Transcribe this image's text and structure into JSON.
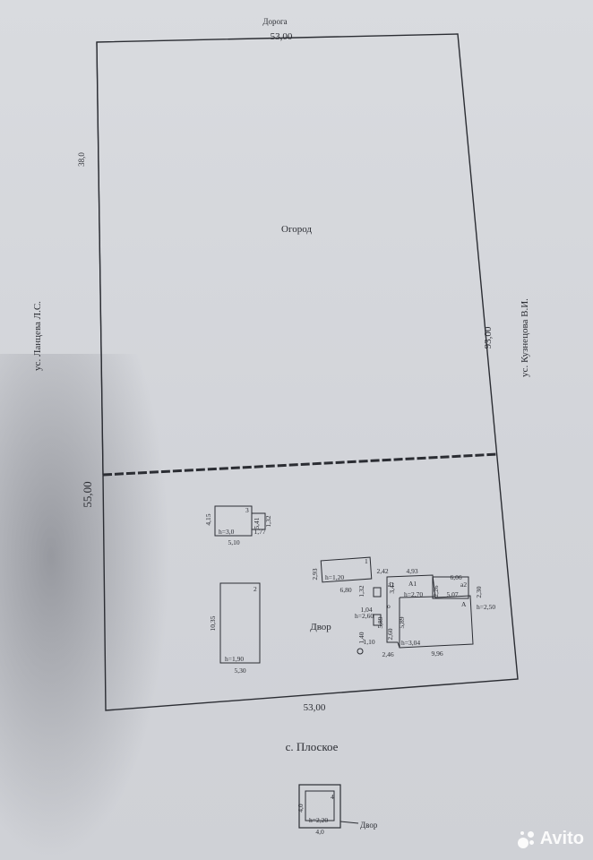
{
  "labels": {
    "road": "Дорога",
    "top_length": "53,00",
    "left_top_length": "38,0",
    "left_owner": "ус. Ланцева Л.С.",
    "garden": "Огород",
    "right_length": "93,00",
    "right_owner": "ус. Кузнецова В.И.",
    "left_bottom_length": "55,00",
    "yard": "Двор",
    "bottom_length": "53,00",
    "village": "с. Плоское",
    "legend_yard": "Двор"
  },
  "building3": {
    "num": "3",
    "h": "h=3,0",
    "w": "5,10",
    "left": "4,15",
    "e1": "1,77",
    "e2": "1,32",
    "e3": "5,41"
  },
  "building2": {
    "num": "2",
    "h": "h=1,90",
    "w": "5,30",
    "left": "10,35"
  },
  "building1": {
    "num": "1",
    "h": "h=1,20",
    "w": "6,80",
    "left": "2,93"
  },
  "house": {
    "a1": "А1",
    "a": "А",
    "a2": "а2",
    "a1_small": "а1",
    "c": "о",
    "d1": "2,42",
    "d2": "4,93",
    "d3": "6,06",
    "d4": "3,47",
    "d5": "1,32",
    "d6": "h=2,70",
    "d7": "2,26",
    "d8": "5,07",
    "d9": "2,30",
    "d10": "h=2,50",
    "d11": "1,04",
    "d12": "h=2,60",
    "d13": "1,40",
    "d14": "5,89",
    "d15": "2,60",
    "d16": "5,89",
    "d17": "h=3,04",
    "d18": "1,10",
    "d19": "2,46",
    "d20": "9,96"
  },
  "legend": {
    "num": "4",
    "h": "h=2,20",
    "w": "4,0",
    "left": "4,0"
  },
  "watermark": {
    "text": "Avito"
  }
}
